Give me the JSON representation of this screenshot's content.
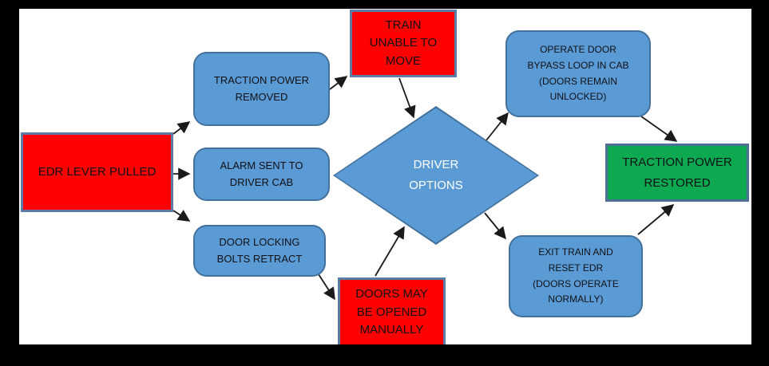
{
  "nodes": {
    "edr_lever_pulled": {
      "label": "EDR LEVER PULLED",
      "type": "alert"
    },
    "traction_power_removed": {
      "label": "TRACTION POWER\nREMOVED",
      "type": "process"
    },
    "alarm_sent_to_driver_cab": {
      "label": "ALARM SENT TO\nDRIVER CAB",
      "type": "process"
    },
    "door_locking_bolts_retract": {
      "label": "DOOR LOCKING\nBOLTS RETRACT",
      "type": "process"
    },
    "train_unable_to_move": {
      "label": "TRAIN\nUNABLE TO\nMOVE",
      "type": "alert"
    },
    "driver_options": {
      "label": "DRIVER\nOPTIONS",
      "type": "decision"
    },
    "doors_may_be_opened_manually": {
      "label": "DOORS MAY\nBE OPENED\nMANUALLY",
      "type": "alert"
    },
    "operate_door_bypass_loop": {
      "label": "OPERATE DOOR\nBYPASS LOOP IN CAB\n(DOORS REMAIN\nUNLOCKED)",
      "type": "process"
    },
    "exit_train_and_reset_edr": {
      "label": "EXIT TRAIN AND\nRESET EDR\n(DOORS OPERATE\nNORMALLY)",
      "type": "process"
    },
    "traction_power_restored": {
      "label": "TRACTION POWER\nRESTORED",
      "type": "success"
    }
  },
  "edges": [
    {
      "from": "edr_lever_pulled",
      "to": "traction_power_removed"
    },
    {
      "from": "edr_lever_pulled",
      "to": "alarm_sent_to_driver_cab"
    },
    {
      "from": "edr_lever_pulled",
      "to": "door_locking_bolts_retract"
    },
    {
      "from": "traction_power_removed",
      "to": "train_unable_to_move"
    },
    {
      "from": "train_unable_to_move",
      "to": "driver_options"
    },
    {
      "from": "door_locking_bolts_retract",
      "to": "doors_may_be_opened_manually"
    },
    {
      "from": "doors_may_be_opened_manually",
      "to": "driver_options"
    },
    {
      "from": "driver_options",
      "to": "operate_door_bypass_loop"
    },
    {
      "from": "driver_options",
      "to": "exit_train_and_reset_edr"
    },
    {
      "from": "operate_door_bypass_loop",
      "to": "traction_power_restored"
    },
    {
      "from": "exit_train_and_reset_edr",
      "to": "traction_power_restored"
    }
  ],
  "colors": {
    "alert_red": "#FE0000",
    "process_blue": "#5B9BD5",
    "process_blue_border": "#41719C",
    "success_green": "#0CA951",
    "box_border_gray_blue": "#5B7CA6",
    "arrow_black": "#1A1A1A",
    "decision_text": "#FFFFFF",
    "frame_black": "#000000"
  }
}
